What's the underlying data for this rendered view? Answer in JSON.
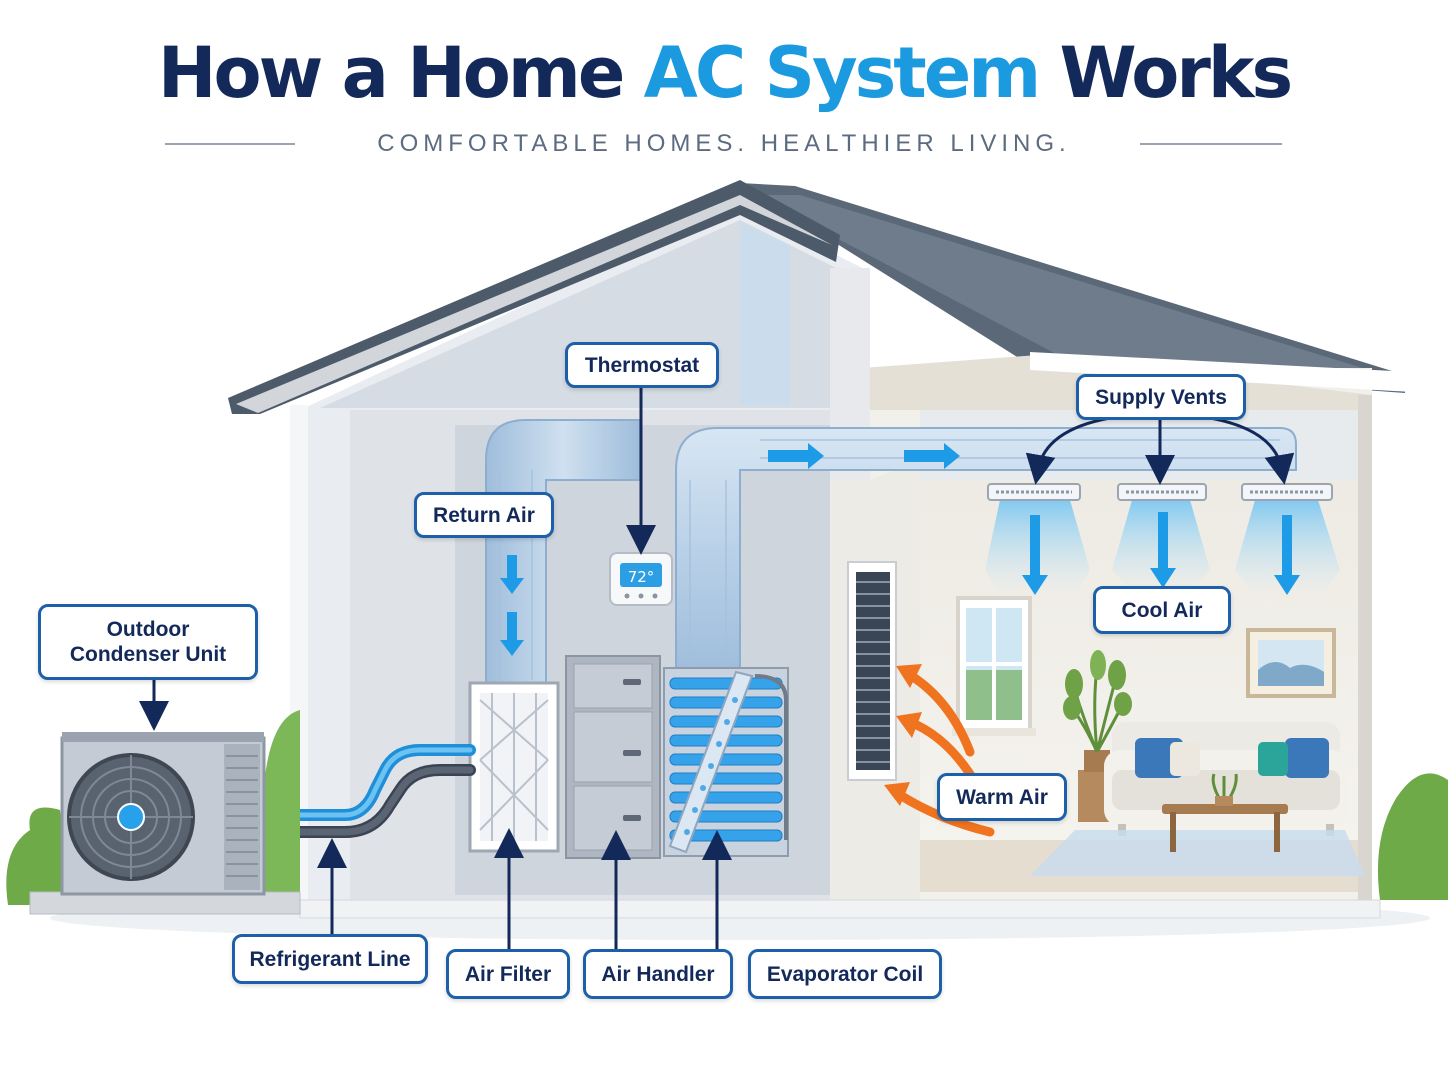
{
  "title": {
    "part1": "How a Home ",
    "accent": "AC System",
    "part2": " Works"
  },
  "subtitle": "COMFORTABLE HOMES. HEALTHIER LIVING.",
  "thermostat_display": "72°",
  "labels": {
    "outdoor_condenser_line1": "Outdoor",
    "outdoor_condenser_line2": "Condenser Unit",
    "thermostat": "Thermostat",
    "return_air": "Return Air",
    "supply_vents": "Supply Vents",
    "cool_air": "Cool Air",
    "warm_air": "Warm Air",
    "refrigerant_line": "Refrigerant Line",
    "air_filter": "Air Filter",
    "air_handler": "Air Handler",
    "evaporator_coil": "Evaporator Coil"
  },
  "colors": {
    "title_dark": "#13295a",
    "title_accent": "#1b9ae0",
    "label_border": "#1d5fa8",
    "cool_air_blue": "#1e9be6",
    "warm_air_orange": "#f0741f",
    "roof": "#5a6878"
  },
  "icons": [
    "fan-icon",
    "thermostat-icon",
    "vent-icon",
    "sofa-icon",
    "plant-icon",
    "window-icon",
    "framed-picture-icon"
  ]
}
